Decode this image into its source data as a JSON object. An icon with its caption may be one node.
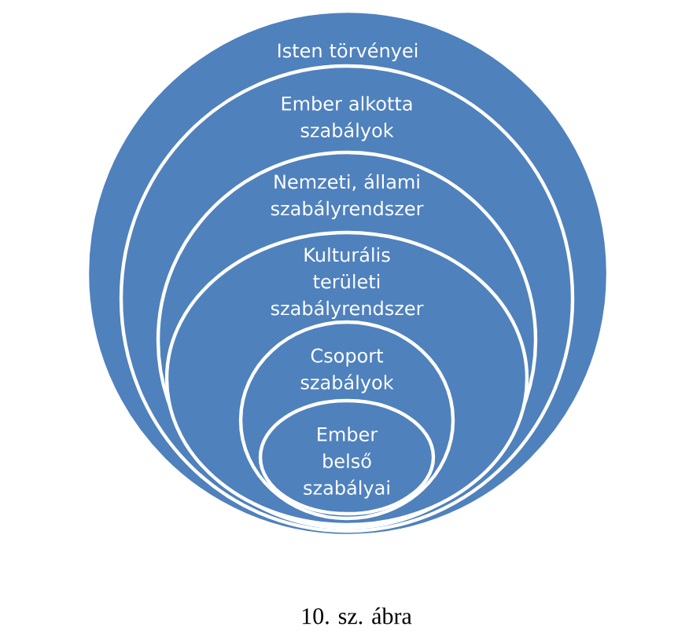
{
  "diagram": {
    "caption": "10. sz. ábra",
    "nodes": [
      {
        "text": [
          "Isten törvényei"
        ]
      },
      {
        "text": [
          "Ember alkotta szabályok"
        ],
        "in": 0
      },
      {
        "text": [
          "Nemzeti, állami szabályrendszer"
        ],
        "in": 1
      },
      {
        "text": [
          "Kulturális területi szabályrendszer"
        ],
        "in": 2
      },
      {
        "text": [
          "Csoport szabályok"
        ],
        "in": 3
      },
      {
        "text": [
          "Ember belső szabályai"
        ],
        "in": 4
      }
    ]
  }
}
